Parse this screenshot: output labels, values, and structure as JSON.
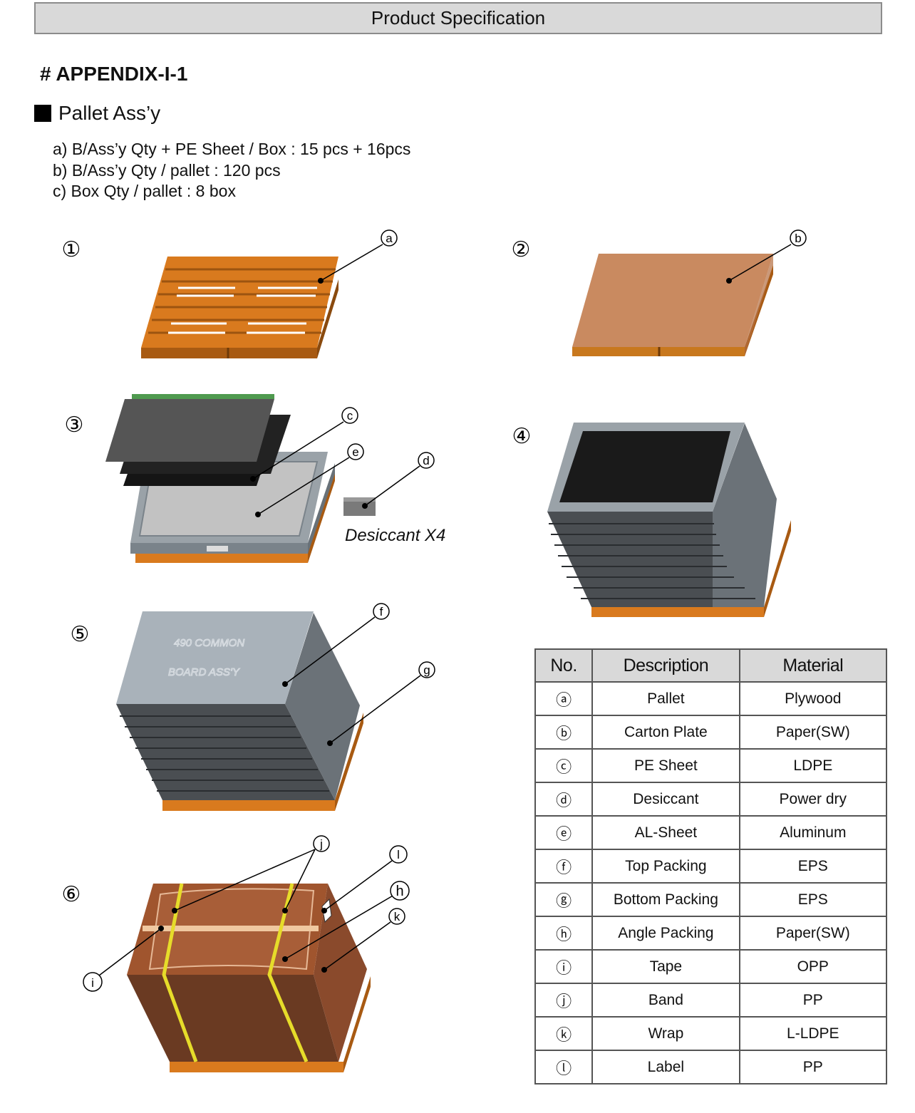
{
  "header": {
    "title": "Product Specification"
  },
  "appendix": "# APPENDIX-I-1",
  "section": {
    "title": "Pallet Ass’y"
  },
  "specs": [
    "a) B/Ass’y Qty + PE Sheet / Box  : 15 pcs + 16pcs",
    "b) B/Ass’y Qty / pallet : 120 pcs",
    "c) Box Qty / pallet : 8 box"
  ],
  "steps": [
    "①",
    "②",
    "③",
    "④",
    "⑤",
    "⑥"
  ],
  "callouts": {
    "a": "a",
    "b": "b",
    "c": "c",
    "d": "d",
    "e": "e",
    "f": "f",
    "g": "g",
    "h": "h",
    "i": "i",
    "j": "j",
    "k": "k",
    "l": "l"
  },
  "desiccant_note": "Desiccant X4",
  "box_print": {
    "line1": "490 COMMON",
    "line2": "BOARD ASS'Y"
  },
  "table": {
    "headers": [
      "No.",
      "Description",
      "Material"
    ],
    "rows": [
      {
        "no": "ⓐ",
        "description": "Pallet",
        "material": "Plywood"
      },
      {
        "no": "ⓑ",
        "description": "Carton Plate",
        "material": "Paper(SW)"
      },
      {
        "no": "ⓒ",
        "description": "PE Sheet",
        "material": "LDPE"
      },
      {
        "no": "ⓓ",
        "description": "Desiccant",
        "material": "Power dry"
      },
      {
        "no": "ⓔ",
        "description": "AL-Sheet",
        "material": "Aluminum"
      },
      {
        "no": "ⓕ",
        "description": "Top Packing",
        "material": "EPS"
      },
      {
        "no": "ⓖ",
        "description": "Bottom Packing",
        "material": "EPS"
      },
      {
        "no": "ⓗ",
        "description": "Angle Packing",
        "material": "Paper(SW)"
      },
      {
        "no": "ⓘ",
        "description": "Tape",
        "material": "OPP"
      },
      {
        "no": "ⓙ",
        "description": "Band",
        "material": "PP"
      },
      {
        "no": "ⓚ",
        "description": "Wrap",
        "material": "L-LDPE"
      },
      {
        "no": "ⓛ",
        "description": "Label",
        "material": "PP"
      }
    ]
  },
  "colors": {
    "pallet_wood": "#d97a1e",
    "pallet_dark": "#a85a12",
    "carton_plate": "#c98a60",
    "pe_sheet": "#555555",
    "al_sheet": "#c2c2c2",
    "tray_gray": "#8e959b",
    "box_top": "#a9b2ba",
    "wrap_brown": "#8a4a2c",
    "band_yellow": "#e6dc2a",
    "header_bg": "#d9d9d9"
  }
}
